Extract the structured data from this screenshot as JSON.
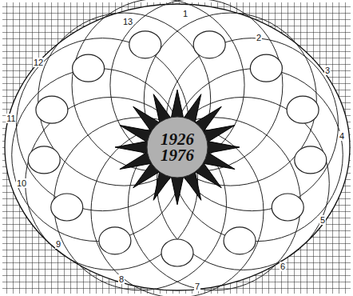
{
  "diagram": {
    "nodes": [
      {
        "text": [
          "1926 1976"
        ]
      }
    ],
    "labels": [
      "1",
      "2",
      "3",
      "4",
      "5",
      "6",
      "7",
      "8",
      "9",
      "10",
      "11",
      "12",
      "13"
    ]
  }
}
